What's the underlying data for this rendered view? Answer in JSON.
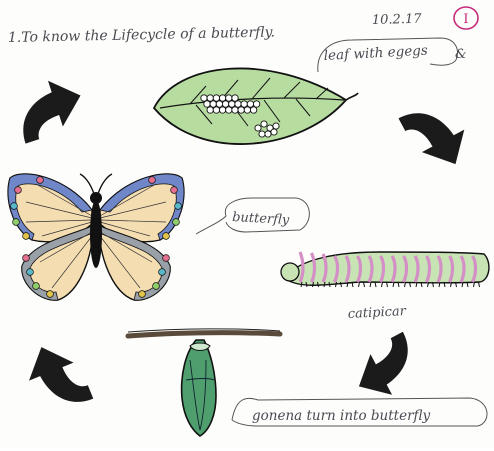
{
  "page_number": "I",
  "header": {
    "title": "1.To know the Lifecycle of a butterfly.",
    "date": "10.2.17"
  },
  "stages": {
    "leaf": {
      "label": "leaf with egegs",
      "mark": "&"
    },
    "caterpillar": {
      "label": "catipicar"
    },
    "chrysalis": {
      "label": "gonena turn into butterfly"
    },
    "butterfly": {
      "label": "butterfly"
    }
  },
  "colors": {
    "leaf": "#b7dca0",
    "chrysalis": "#4f9f6e",
    "caterpillar_body": "#c8e3b4",
    "caterpillar_bands": "#d48fc6",
    "butterfly_wing": "#f5ddb2",
    "butterfly_edge": "#6f86c8",
    "arrow": "#1b1b1b",
    "page_number": "#c62a7a"
  }
}
